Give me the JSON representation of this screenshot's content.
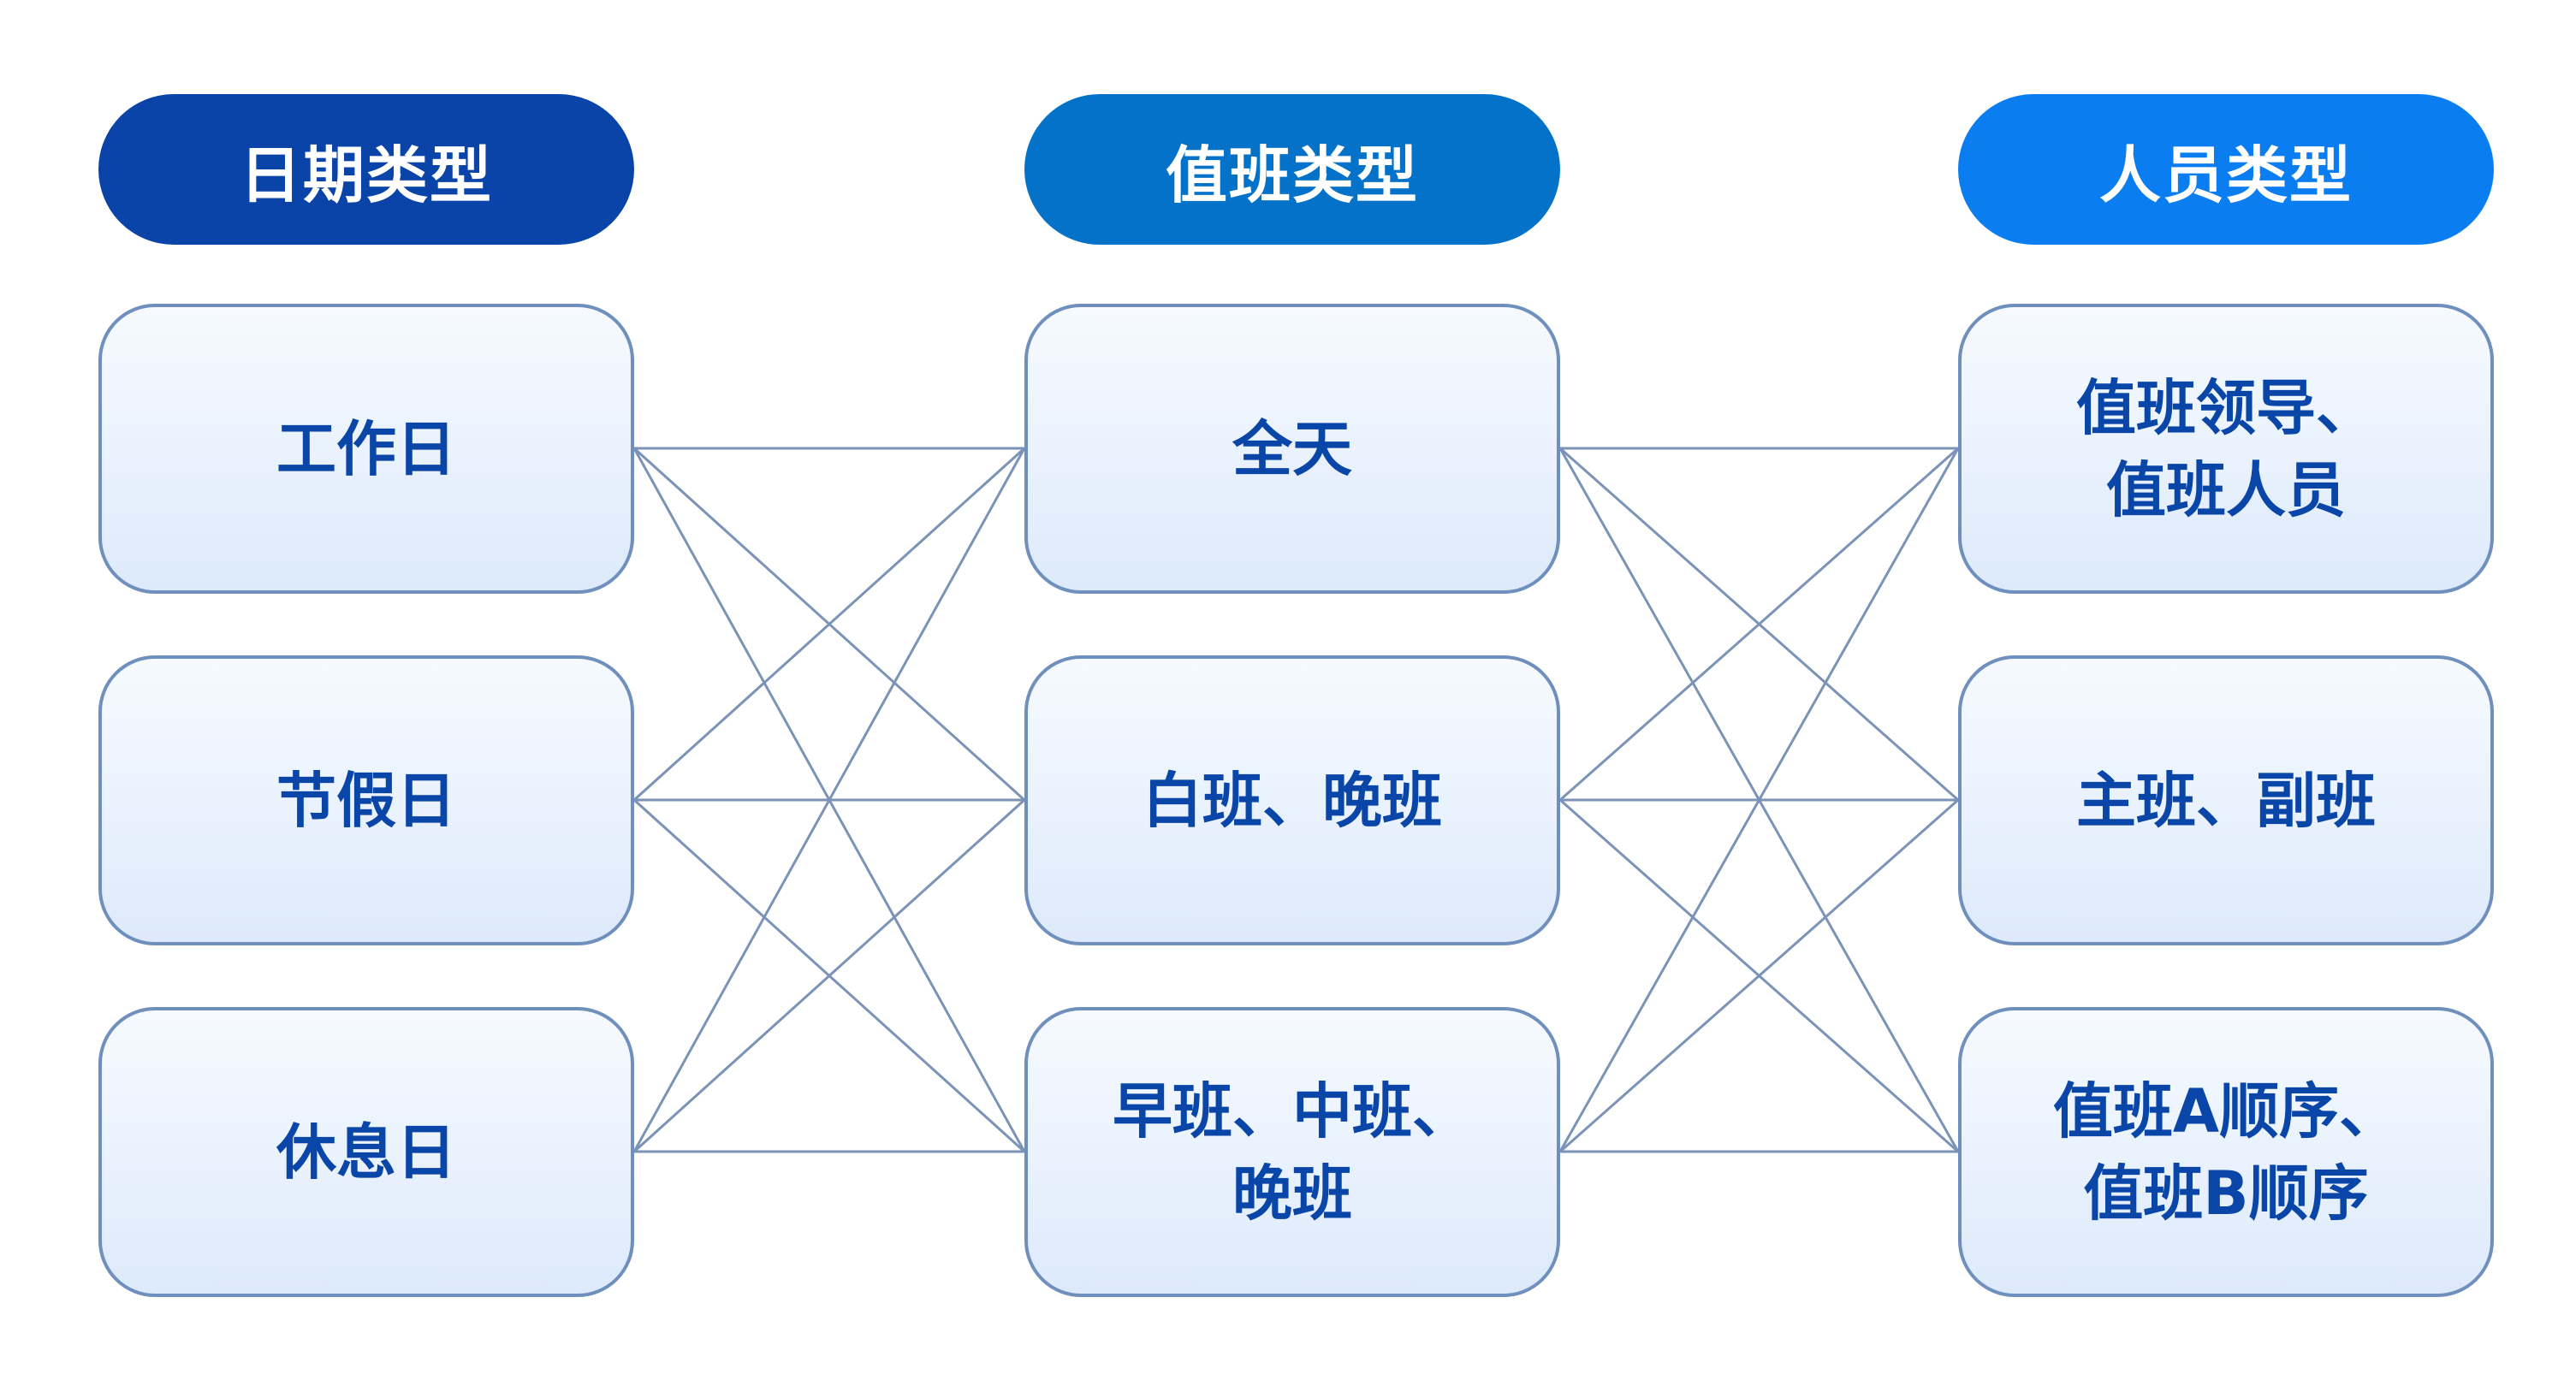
{
  "columns": [
    {
      "header": "日期类型",
      "header_color": "#0b44a8",
      "items": [
        "工作日",
        "节假日",
        "休息日"
      ]
    },
    {
      "header": "值班类型",
      "header_color": "#0372c8",
      "items": [
        "全天",
        "白班、晚班",
        "早班、中班、\n晚班"
      ]
    },
    {
      "header": "人员类型",
      "header_color": "#0a7df0",
      "items": [
        "值班领导、\n值班人员",
        "主班、副班",
        "值班A顺序、\n值班B顺序"
      ]
    }
  ],
  "connector_color": "#7b93b6",
  "box_text_color": "#0a46a8"
}
